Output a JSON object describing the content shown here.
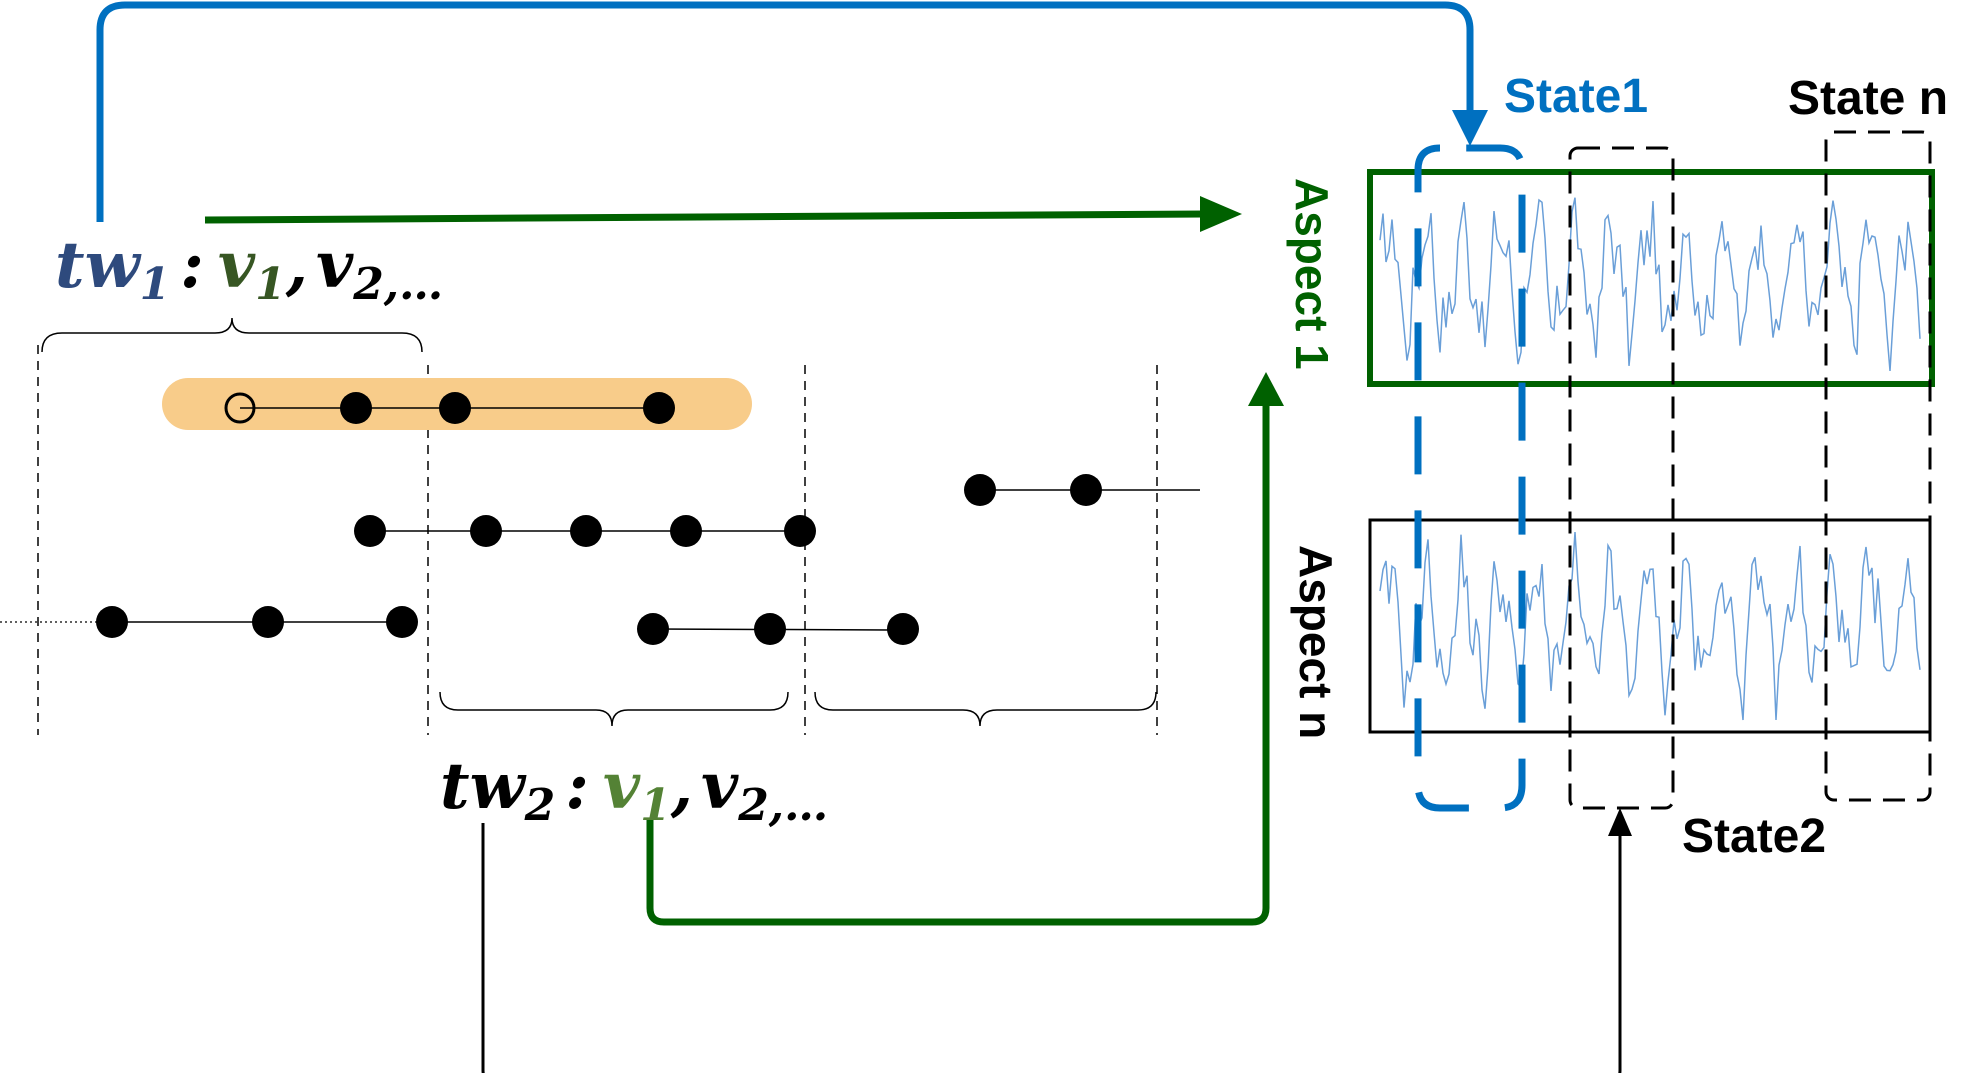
{
  "labels": {
    "tw1": {
      "tw": "tw",
      "sub": "1",
      "colon": ":",
      "v1": "v",
      "v1sub": "1",
      "comma": ",",
      "v2": "v",
      "v2sub": "2,…"
    },
    "tw2": {
      "tw": "tw",
      "sub": "2",
      "colon": ":",
      "v1": "v",
      "v1sub": "1",
      "comma": ",",
      "v2": "v",
      "v2sub": "2,…"
    },
    "state1": "State1",
    "state2": "State2",
    "staten": "State n",
    "aspect1": "Aspect 1",
    "aspectn": "Aspect n"
  },
  "colors": {
    "blue": "#0070c0",
    "darkBlue": "#2e4a7d",
    "green": "#006100",
    "lightGreen": "#548235",
    "oliveGreen": "#375623",
    "black": "#000000",
    "highlight": "#f8cc8a",
    "signal": "#6a9fd8"
  },
  "icons": {
    "arrowhead": "triangle-arrowhead",
    "event-dot": "filled-circle",
    "open-event": "hollow-circle"
  }
}
